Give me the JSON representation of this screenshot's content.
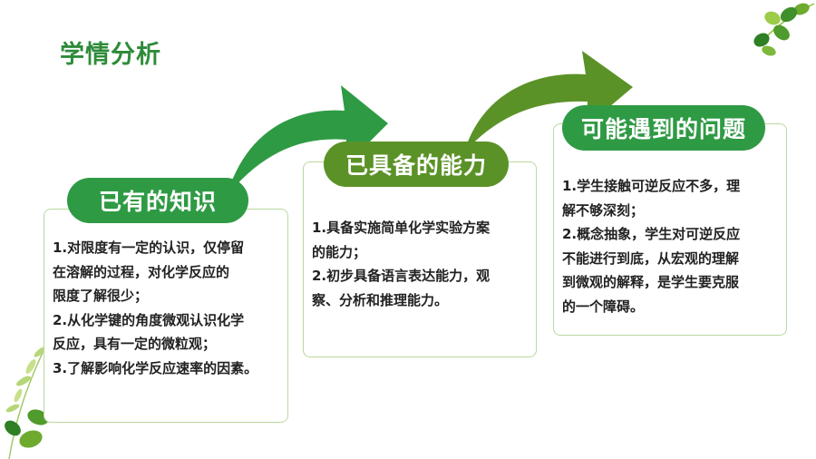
{
  "title": "学情分析",
  "colors": {
    "title": "#2e8b3a",
    "pill_green": "#2f9a44",
    "pill_olive": "#5b9227",
    "card_border": "#b9d9a0",
    "body_text": "#222222"
  },
  "sections": [
    {
      "heading": "已有的知识",
      "lines": [
        "1.对限度有一定的认识，仅停留",
        "在溶解的过程，对化学反应的",
        "限度了解很少；",
        "2.从化学键的角度微观认识化学",
        "反应，具有一定的微粒观；",
        "3.了解影响化学反应速率的因素。"
      ]
    },
    {
      "heading": "已具备的能力",
      "lines": [
        "1.具备实施简单化学实验方案",
        "的能力；",
        "2.初步具备语言表达能力，观",
        "察、分析和推理能力。"
      ]
    },
    {
      "heading": "可能遇到的问题",
      "lines": [
        "1.学生接触可逆反应不多，理",
        "解不够深刻；",
        "2.概念抽象，学生对可逆反应",
        "不能进行到底，从宏观的理解",
        "到微观的解释，是学生要克服",
        "的一个障碍。"
      ]
    }
  ],
  "icons": {
    "arrow_1": "curved-arrow-icon",
    "arrow_2": "curved-arrow-icon",
    "leaf_top": "leaf-branch-icon",
    "leaf_bottom": "leaf-branch-icon"
  }
}
